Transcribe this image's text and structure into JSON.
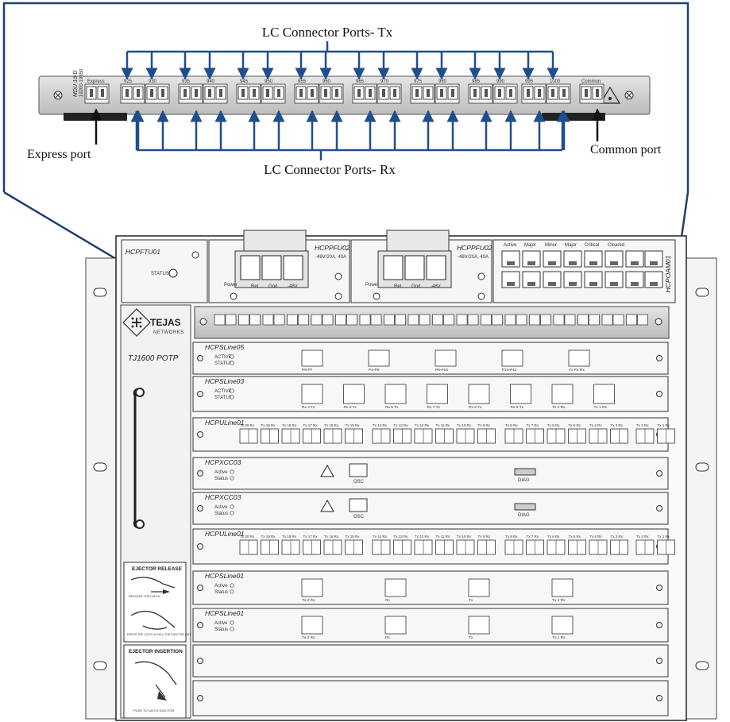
{
  "callout": {
    "tx_label": "LC Connector Ports- Tx",
    "rx_label": "LC Connector Ports- Rx",
    "express_label": "Express port",
    "common_label": "Common port",
    "module_id": "MDU-16-D",
    "module_sub": "19200-19350",
    "express_tag": "Express",
    "common_tag": "Common",
    "port_tags": [
      "925",
      "930",
      "935",
      "940",
      "945",
      "950",
      "955",
      "960",
      "965",
      "970",
      "975",
      "980",
      "985",
      "990",
      "995",
      "1000"
    ],
    "colors": {
      "arrow": "#1f4e8c",
      "panel": "#c8c8c8"
    }
  },
  "chassis": {
    "brand_name": "TEJAS",
    "brand_sub": "NETWORKS",
    "model": "TJ1600 POTP",
    "top_cards": [
      {
        "name": "HCPFTU01",
        "status": "STATUS"
      },
      {
        "name": "HCPPFU02",
        "spec": "-48V/20A, 40A",
        "terms": [
          "Ret",
          "Gnd",
          "-48V"
        ],
        "power": "Power"
      },
      {
        "name": "HCPPFU02",
        "spec": "-48V/20A, 40A",
        "terms": [
          "Ret",
          "Gnd",
          "-48V"
        ],
        "power": "Power"
      },
      {
        "name": "HCPOAM01",
        "headers": [
          "Active",
          "Major",
          "Minor",
          "Major",
          "Critical",
          "Cleared"
        ]
      }
    ],
    "slot_cards": [
      {
        "name": "HCPSLine05",
        "leds": [
          "ACTIVE",
          "STATUS"
        ],
        "marks": [
          "P9-P7",
          "P4-P6",
          "P5-P15",
          "P10-P11",
          "Tx P2 Rx"
        ]
      },
      {
        "name": "HCPSLine03",
        "leds": [
          "ACTIVE",
          "STATUS"
        ],
        "marks": [
          "Rx 4 Tx",
          "Rx 5 Tx",
          "Rx 6 Tx",
          "Rx 7 Tx",
          "Rx 8 Tx",
          "Rx 9 Tx",
          "Tx 2 Rx",
          "Tx 1 Rx"
        ]
      },
      {
        "name": "HCPULine01",
        "port_tags": [
          "Tx 20 Rx",
          "Tx 19 Rx",
          "Tx 18 Rx",
          "Tx 17 Rx",
          "Tx 16 Rx",
          "Tx 15 Rx",
          "Tx 14 Rx",
          "Tx 13 Rx",
          "Tx 12 Rx",
          "Tx 11 Rx",
          "Tx 10 Rx",
          "Tx 9 Rx",
          "Tx 8 Rx",
          "Tx 7 Rx",
          "Tx 6 Rx",
          "Tx 5 Rx",
          "Tx 4 Rx",
          "Tx 3 Rx",
          "Tx 2 Rx",
          "Tx 1 Rx"
        ]
      },
      {
        "name": "HCPXCC03",
        "leds": [
          "Active",
          "Status"
        ],
        "osc": "OSC",
        "diag": "DIAG"
      },
      {
        "name": "HCPXCC03",
        "leds": [
          "Active",
          "Status"
        ],
        "osc": "OSC",
        "diag": "DIAG"
      },
      {
        "name": "HCPULine01",
        "port_tags": [
          "Tx 20 Rx",
          "Tx 19 Rx",
          "Tx 18 Rx",
          "Tx 17 Rx",
          "Tx 16 Rx",
          "Tx 15 Rx",
          "Tx 14 Rx",
          "Tx 13 Rx",
          "Tx 12 Rx",
          "Tx 11 Rx",
          "Tx 10 Rx",
          "Tx 9 Rx",
          "Tx 8 Rx",
          "Tx 7 Rx",
          "Tx 6 Rx",
          "Tx 5 Rx",
          "Tx 4 Rx",
          "Tx 3 Rx",
          "Tx 2 Rx",
          "Tx 1 Rx"
        ]
      },
      {
        "name": "HCPSLine01",
        "leds": [
          "Active",
          "Status"
        ],
        "marks": [
          "Tx 2 Rx",
          "Rx",
          "Tx",
          "Tx 1 Rx"
        ]
      },
      {
        "name": "HCPSLine01",
        "leds": [
          "Active",
          "Status"
        ],
        "marks": [
          "Tx 2 Rx",
          "Rx",
          "Tx",
          "Tx 1 Rx"
        ]
      },
      {
        "name": ""
      },
      {
        "name": ""
      }
    ],
    "ejector_release": {
      "title": "EJECTOR RELEASE",
      "step1": "RELEASE THE LATCH",
      "step2": "PRESS THE LATCH & PULL THE EJECTOR OUT"
    },
    "ejector_insertion": {
      "title": "EJECTOR INSERTION",
      "step": "PUSH TO LATCH EJECTOR"
    }
  }
}
